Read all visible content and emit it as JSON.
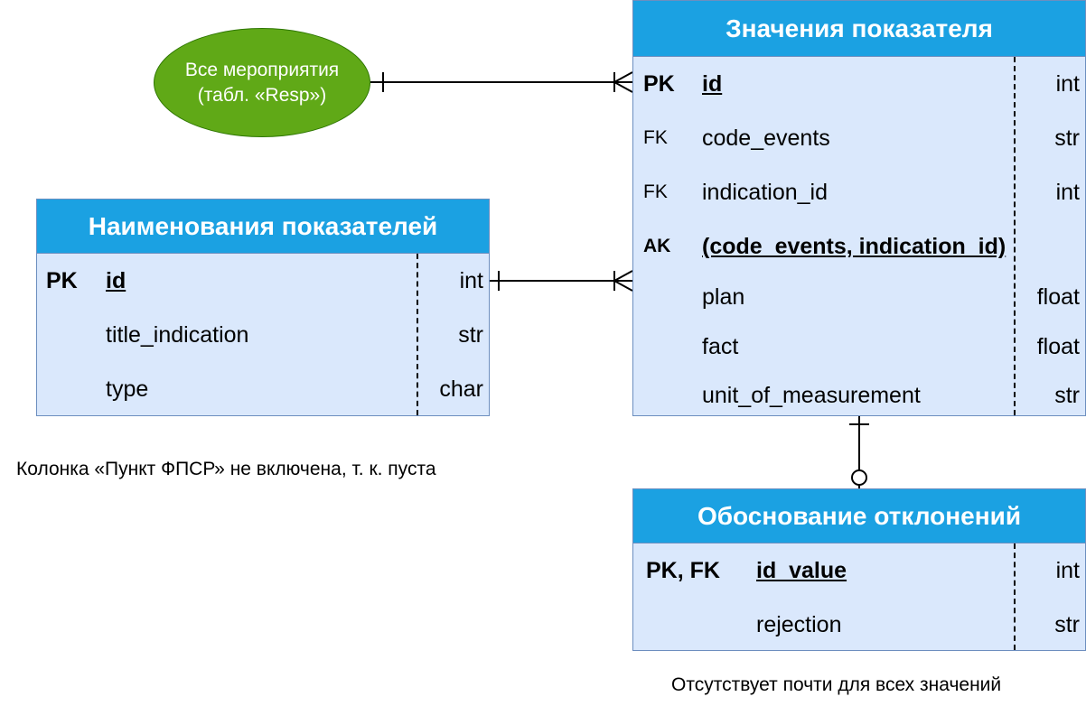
{
  "entities": {
    "indicator_names": {
      "title": "Наименования показателей",
      "rows": [
        {
          "key": "PK",
          "name": "id",
          "type": "int"
        },
        {
          "key": "",
          "name": "title_indication",
          "type": "str"
        },
        {
          "key": "",
          "name": "type",
          "type": "char"
        }
      ]
    },
    "indicator_values": {
      "title": "Значения показателя",
      "rows": [
        {
          "key": "PK",
          "name": "id",
          "type": "int"
        },
        {
          "key": "FK",
          "name": "code_events",
          "type": "str"
        },
        {
          "key": "FK",
          "name": "indication_id",
          "type": "int"
        },
        {
          "key": "AK",
          "name": "(code_events, indication_id)",
          "type": ""
        },
        {
          "key": "",
          "name": "plan",
          "type": "float"
        },
        {
          "key": "",
          "name": "fact",
          "type": "float"
        },
        {
          "key": "",
          "name": "unit_of_measurement",
          "type": "str"
        }
      ]
    },
    "deviation_reasons": {
      "title": "Обоснование отклонений",
      "rows": [
        {
          "key": "PK, FK",
          "name": "id_value",
          "type": "int"
        },
        {
          "key": "",
          "name": "rejection",
          "type": "str"
        }
      ]
    }
  },
  "ellipse": {
    "line1": "Все мероприятия",
    "line2": "(табл. «Resp»)",
    "fill": "#60a917"
  },
  "notes": {
    "fpsr": "Колонка «Пункт ФПСР» не включена, т. к. пуста",
    "absent": "Отсутствует почти для всех значений"
  },
  "colors": {
    "header": "#1ba1e2",
    "body": "#dae8fc",
    "border": "#6c8ebf"
  },
  "relationships": [
    {
      "from": "ellipse",
      "to": "indicator_values",
      "from_card": "one",
      "to_card": "many"
    },
    {
      "from": "indicator_names",
      "to": "indicator_values",
      "from_card": "one",
      "to_card": "many"
    },
    {
      "from": "indicator_values",
      "to": "deviation_reasons",
      "from_card": "one",
      "to_card": "zero-or-one"
    }
  ]
}
